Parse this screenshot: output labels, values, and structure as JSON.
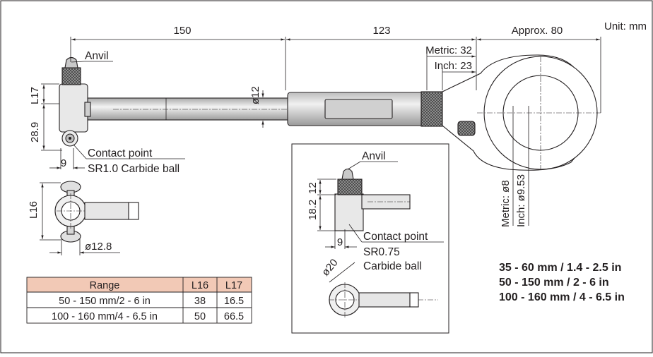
{
  "unit_label": "Unit: mm",
  "dimensions": {
    "length_150": "150",
    "length_123": "123",
    "approx_80": "Approx. 80",
    "metric_32": "Metric: 32",
    "inch_23": "Inch: 23",
    "dia_12": "ø12",
    "l17": "L17",
    "h_28_9": "28.9",
    "w_9": "9",
    "l16": "L16",
    "dia_12_8": "ø12.8",
    "metric_dia_8": "Metric: ø8",
    "inch_dia_9_53": "Inch: ø9.53",
    "detail_12": "12",
    "detail_18_2": "18.2",
    "detail_9": "9",
    "detail_dia_20": "ø20"
  },
  "labels": {
    "anvil": "Anvil",
    "contact_point": "Contact point",
    "carbide_ball_main": "SR1.0 Carbide ball",
    "detail_anvil": "Anvil",
    "detail_contact_point": "Contact point",
    "detail_sr": "SR0.75",
    "detail_carbide": "Carbide ball"
  },
  "ranges": [
    "35 - 60 mm / 1.4 - 2.5 in",
    "50 - 150 mm / 2 - 6 in",
    "100 - 160 mm / 4 - 6.5 in"
  ],
  "table": {
    "headers": [
      "Range",
      "L16",
      "L17"
    ],
    "rows": [
      [
        "50 - 150 mm/2 - 6 in",
        "38",
        "16.5"
      ],
      [
        "100 - 160 mm/4 - 6.5 in",
        "50",
        "66.5"
      ]
    ]
  },
  "colors": {
    "header_fill": "#f2c9b6",
    "body_grey": "#d9d9d9",
    "dark_grey": "#8c8c8c"
  }
}
